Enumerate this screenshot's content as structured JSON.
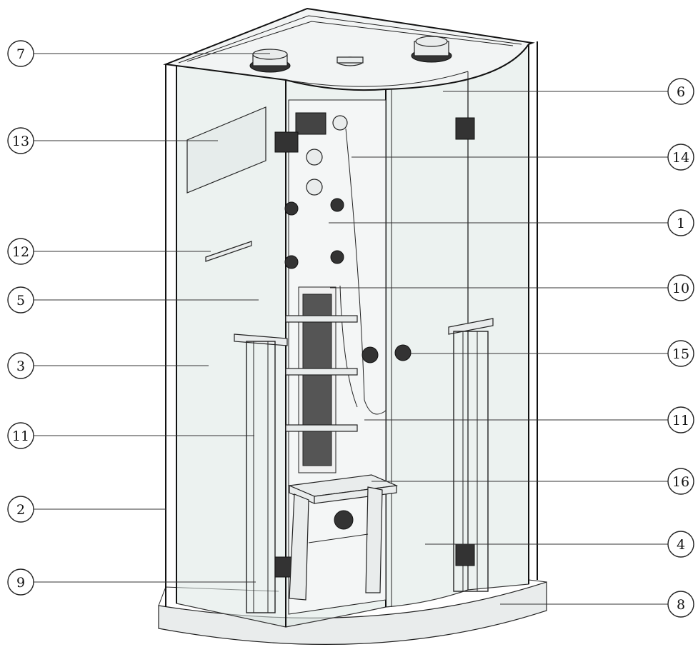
{
  "callouts": {
    "left": [
      "7",
      "13",
      "12",
      "5",
      "3",
      "11",
      "2",
      "9"
    ],
    "right": [
      "6",
      "14",
      "1",
      "10",
      "15",
      "11",
      "16",
      "4",
      "8"
    ]
  },
  "colors": {
    "glass": "#dde7e4",
    "line": "#111111",
    "background": "#ffffff"
  }
}
